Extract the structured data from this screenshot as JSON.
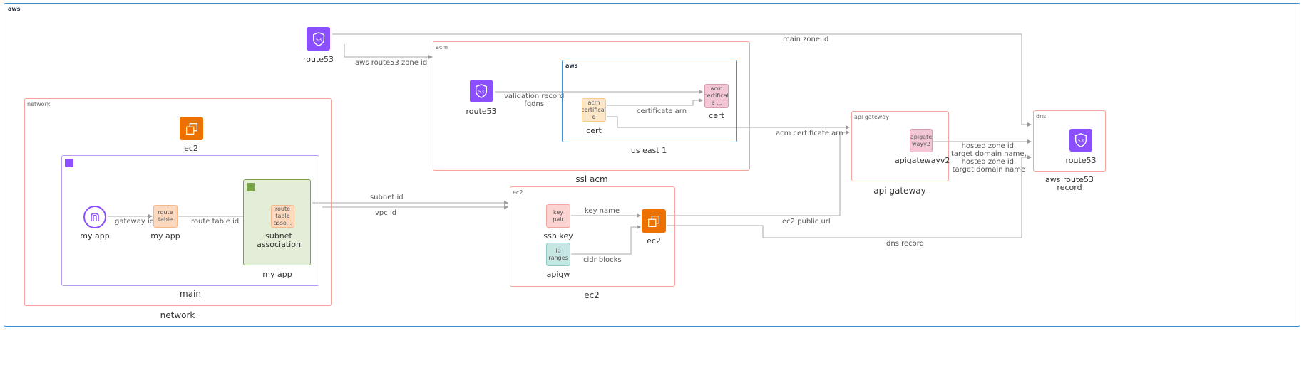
{
  "groups": {
    "outer": {
      "tag": "aws"
    },
    "network": {
      "tag": "network",
      "label": "network"
    },
    "main": {
      "label": "main"
    },
    "subnet_assoc": {
      "label": "my app"
    },
    "acm": {
      "tag": "acm",
      "label": "ssl acm"
    },
    "us_east": {
      "label": "us east 1"
    },
    "ec2": {
      "tag": "ec2",
      "label": "ec2"
    },
    "api_gateway": {
      "tag": "api gateway",
      "label": "api gateway"
    },
    "dns": {
      "tag": "dns",
      "label": "aws route53\nrecord"
    }
  },
  "nodes": {
    "route53_top": {
      "label": "route53"
    },
    "network_ec2": {
      "label": "ec2"
    },
    "my_app_vpc": {
      "label": "my app"
    },
    "route_table": {
      "text": "route\ntable",
      "label": "my app"
    },
    "route_table_assoc": {
      "text": "route\ntable\nasso...",
      "label": "subnet\nassociation"
    },
    "acm_route53": {
      "label": "route53"
    },
    "acm_cert": {
      "text": "acm\ncertificat\ne",
      "label": "cert"
    },
    "acm_cert_validation": {
      "text": "acm\ncertificat\ne ...",
      "label": "cert"
    },
    "key_pair": {
      "text": "key pair",
      "label": "ssh key"
    },
    "ip_ranges": {
      "text": "ip\nranges",
      "label": "apigw"
    },
    "ec2_instance": {
      "label": "ec2"
    },
    "apigw": {
      "text": "apigate\nwayv2",
      "label": "apigatewayv2"
    },
    "dns_route53": {
      "label": "route53"
    }
  },
  "edges": {
    "main_zone_id": "main zone id",
    "aws_route53_zone_id": "aws route53 zone id",
    "validation_record": "validation record\nfqdns",
    "certificate_arn": "certificate arn",
    "acm_certificate_arn": "acm certificate arn",
    "hosted_zone": "hosted zone id,\ntarget domain name,\nhosted zone id,\ntarget domain name",
    "gateway_id": "gateway id",
    "route_table_id": "route table id",
    "subnet_id": "subnet id",
    "vpc_id": "vpc id",
    "key_name": "key name",
    "cidr_blocks": "cidr blocks",
    "ec2_public_url": "ec2 public url",
    "dns_record": "dns record"
  },
  "colors": {
    "aws_border": "#3f8fd0",
    "group_border": "#f4a49b",
    "vpc_border": "#b79cf0",
    "subnet_fill": "#e3edd8",
    "subnet_border": "#7aa34a",
    "route53": "#8c4fff",
    "ec2": "#ed7100",
    "edge": "#9a9a9a"
  }
}
